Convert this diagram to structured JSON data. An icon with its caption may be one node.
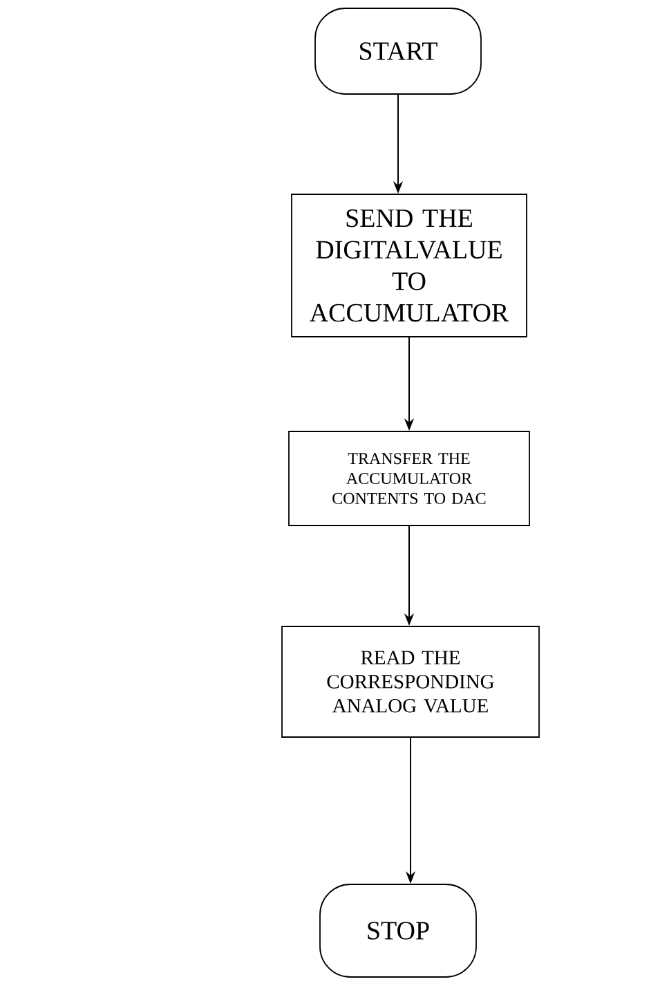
{
  "diagram": {
    "nodes": [
      {
        "text": [
          "START"
        ]
      },
      {
        "text": [
          "SEND THE DIGITALVALUE TO ACCUMULATOR"
        ]
      },
      {
        "text": [
          "TRANSFER THE ACCUMULATOR CONTENTS TO DAC"
        ]
      },
      {
        "text": [
          "READ THE CORRESPONDING ANALOG VALUE"
        ]
      },
      {
        "text": [
          "STOP"
        ]
      }
    ],
    "edges": [
      {
        "from": 0,
        "to": 1,
        "arrow": "to"
      },
      {
        "from": 1,
        "to": 2,
        "arrow": "to"
      },
      {
        "from": 2,
        "to": 3,
        "arrow": "to"
      },
      {
        "from": 3,
        "to": 4,
        "arrow": "to"
      }
    ]
  }
}
